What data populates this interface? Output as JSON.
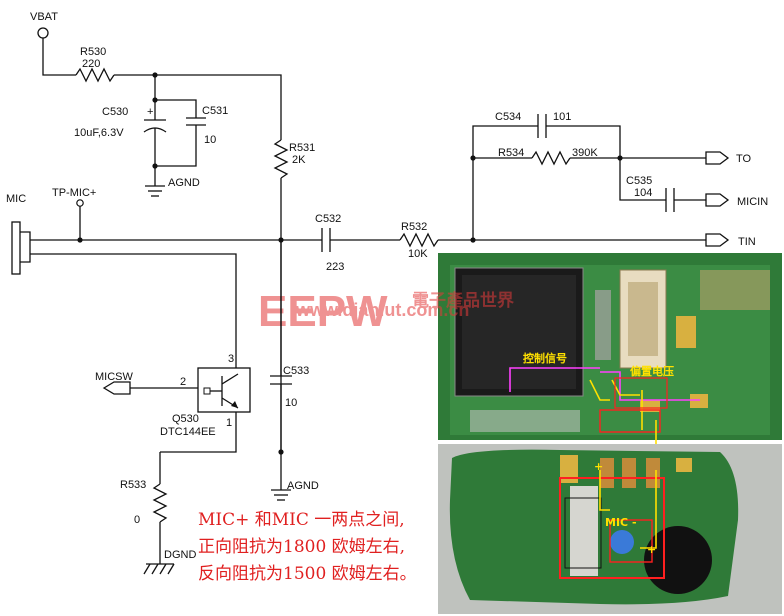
{
  "nodes": {
    "vbat": "VBAT",
    "mic": "MIC",
    "tp_mic": "TP-MIC+",
    "agnd_top": "AGND",
    "agnd_bottom": "AGND",
    "dgnd": "DGND",
    "micsw": "MICSW",
    "micsw_pin": "2",
    "q_pin3": "3",
    "q_pin1": "1",
    "out_to": "TO",
    "out_micin": "MICIN",
    "out_tin": "TIN"
  },
  "components": {
    "r530": {
      "ref": "R530",
      "value": "220"
    },
    "c530": {
      "ref": "C530",
      "polarity": "+",
      "value": "10uF,6.3V"
    },
    "c531": {
      "ref": "C531",
      "value": "10"
    },
    "r531": {
      "ref": "R531",
      "value": "2K"
    },
    "c532": {
      "ref": "C532",
      "value": "223"
    },
    "r532": {
      "ref": "R532",
      "value": "10K"
    },
    "c534": {
      "ref": "C534",
      "value": "101"
    },
    "r534": {
      "ref": "R534",
      "value": "390K"
    },
    "c535": {
      "ref": "C535",
      "value": "104"
    },
    "c533": {
      "ref": "C533",
      "value": "10"
    },
    "r533": {
      "ref": "R533",
      "value": "0"
    },
    "q530": {
      "ref": "Q530",
      "part": "DTC144EE"
    }
  },
  "note": {
    "line1": "MIC+ 和MIC 一两点之间,",
    "line2": "正向阻抗为1800 欧姆左右,",
    "line3": "反向阻抗为1500 欧姆左右。"
  },
  "photo_labels": {
    "control_signal": "控制信号",
    "bias_voltage": "偏置电压",
    "mic_minus": "MIC -",
    "mic_plus": "+",
    "plus_mark": "+"
  },
  "watermark": {
    "logo": "EEPW",
    "cn": "電子產品世界",
    "url": "www.dianlut.com.cn"
  },
  "colors": {
    "wire": "#111111",
    "note": "#e02020",
    "pcb": "#2e7d3a",
    "highlight_yellow": "#ffe000",
    "highlight_red": "#ff2020",
    "highlight_magenta": "#ff40ff",
    "watermark": "#e23a3a"
  }
}
